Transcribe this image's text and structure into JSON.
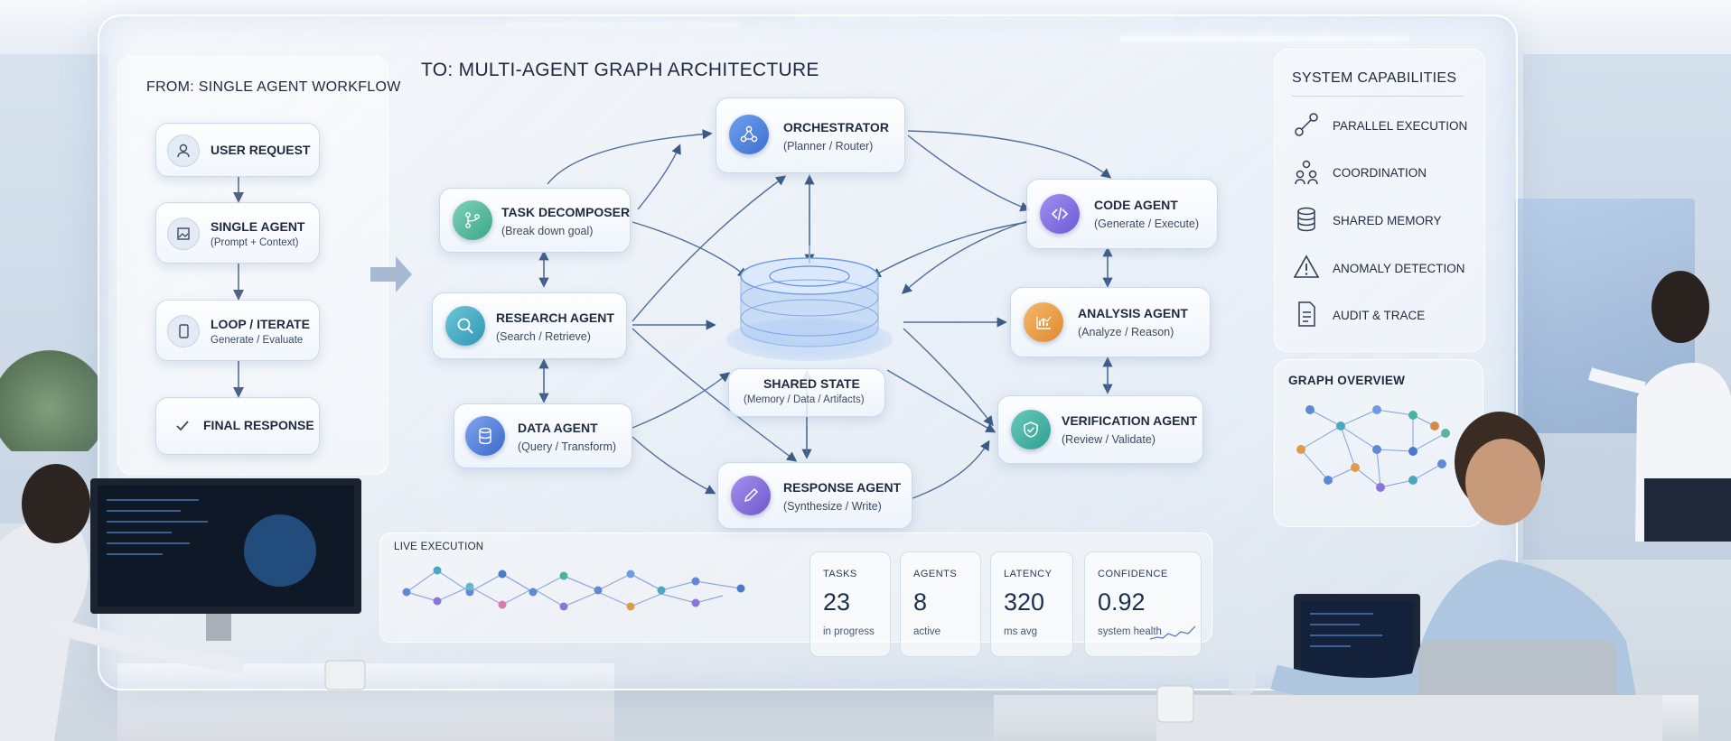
{
  "left": {
    "title": "FROM: SINGLE AGENT WORKFLOW",
    "steps": [
      {
        "title": "USER REQUEST",
        "sub": ""
      },
      {
        "title": "SINGLE AGENT",
        "sub": "(Prompt + Context)"
      },
      {
        "title": "LOOP / ITERATE",
        "sub": "Generate / Evaluate"
      },
      {
        "title": "FINAL RESPONSE",
        "sub": ""
      }
    ]
  },
  "graph": {
    "title": "TO: MULTI-AGENT GRAPH ARCHITECTURE",
    "orchestrator": {
      "title": "ORCHESTRATOR",
      "sub": "(Planner / Router)"
    },
    "task_decomposer": {
      "title": "TASK DECOMPOSER",
      "sub": "(Break down goal)"
    },
    "research_agent": {
      "title": "RESEARCH AGENT",
      "sub": "(Search / Retrieve)"
    },
    "data_agent": {
      "title": "DATA AGENT",
      "sub": "(Query / Transform)"
    },
    "response_agent": {
      "title": "RESPONSE AGENT",
      "sub": "(Synthesize / Write)"
    },
    "code_agent": {
      "title": "CODE AGENT",
      "sub": "(Generate / Execute)"
    },
    "analysis_agent": {
      "title": "ANALYSIS AGENT",
      "sub": "(Analyze / Reason)"
    },
    "verification_agent": {
      "title": "VERIFICATION AGENT",
      "sub": "(Review / Validate)"
    },
    "shared_state": {
      "title": "SHARED STATE",
      "sub": "(Memory / Data / Artifacts)"
    }
  },
  "capabilities": {
    "title": "SYSTEM CAPABILITIES",
    "items": [
      {
        "label": "PARALLEL EXECUTION",
        "icon": "parallel-icon"
      },
      {
        "label": "COORDINATION",
        "icon": "people-icon"
      },
      {
        "label": "SHARED MEMORY",
        "icon": "database-icon"
      },
      {
        "label": "ANOMALY DETECTION",
        "icon": "warning-icon"
      },
      {
        "label": "AUDIT & TRACE",
        "icon": "document-icon"
      }
    ]
  },
  "overview": {
    "title": "GRAPH OVERVIEW"
  },
  "live": {
    "title": "LIVE EXECUTION"
  },
  "metrics": [
    {
      "key": "TASKS",
      "value": "23",
      "unit": "in progress"
    },
    {
      "key": "AGENTS",
      "value": "8",
      "unit": "active"
    },
    {
      "key": "LATENCY",
      "value": "320",
      "unit": "ms avg"
    },
    {
      "key": "CONFIDENCE",
      "value": "0.92",
      "unit": "system health"
    }
  ],
  "colors": {
    "accent_blue": "#4f7fd8",
    "teal": "#3fb09a",
    "purple": "#7b63d6",
    "orange": "#e99a3a",
    "cyan": "#2fa8b8"
  }
}
